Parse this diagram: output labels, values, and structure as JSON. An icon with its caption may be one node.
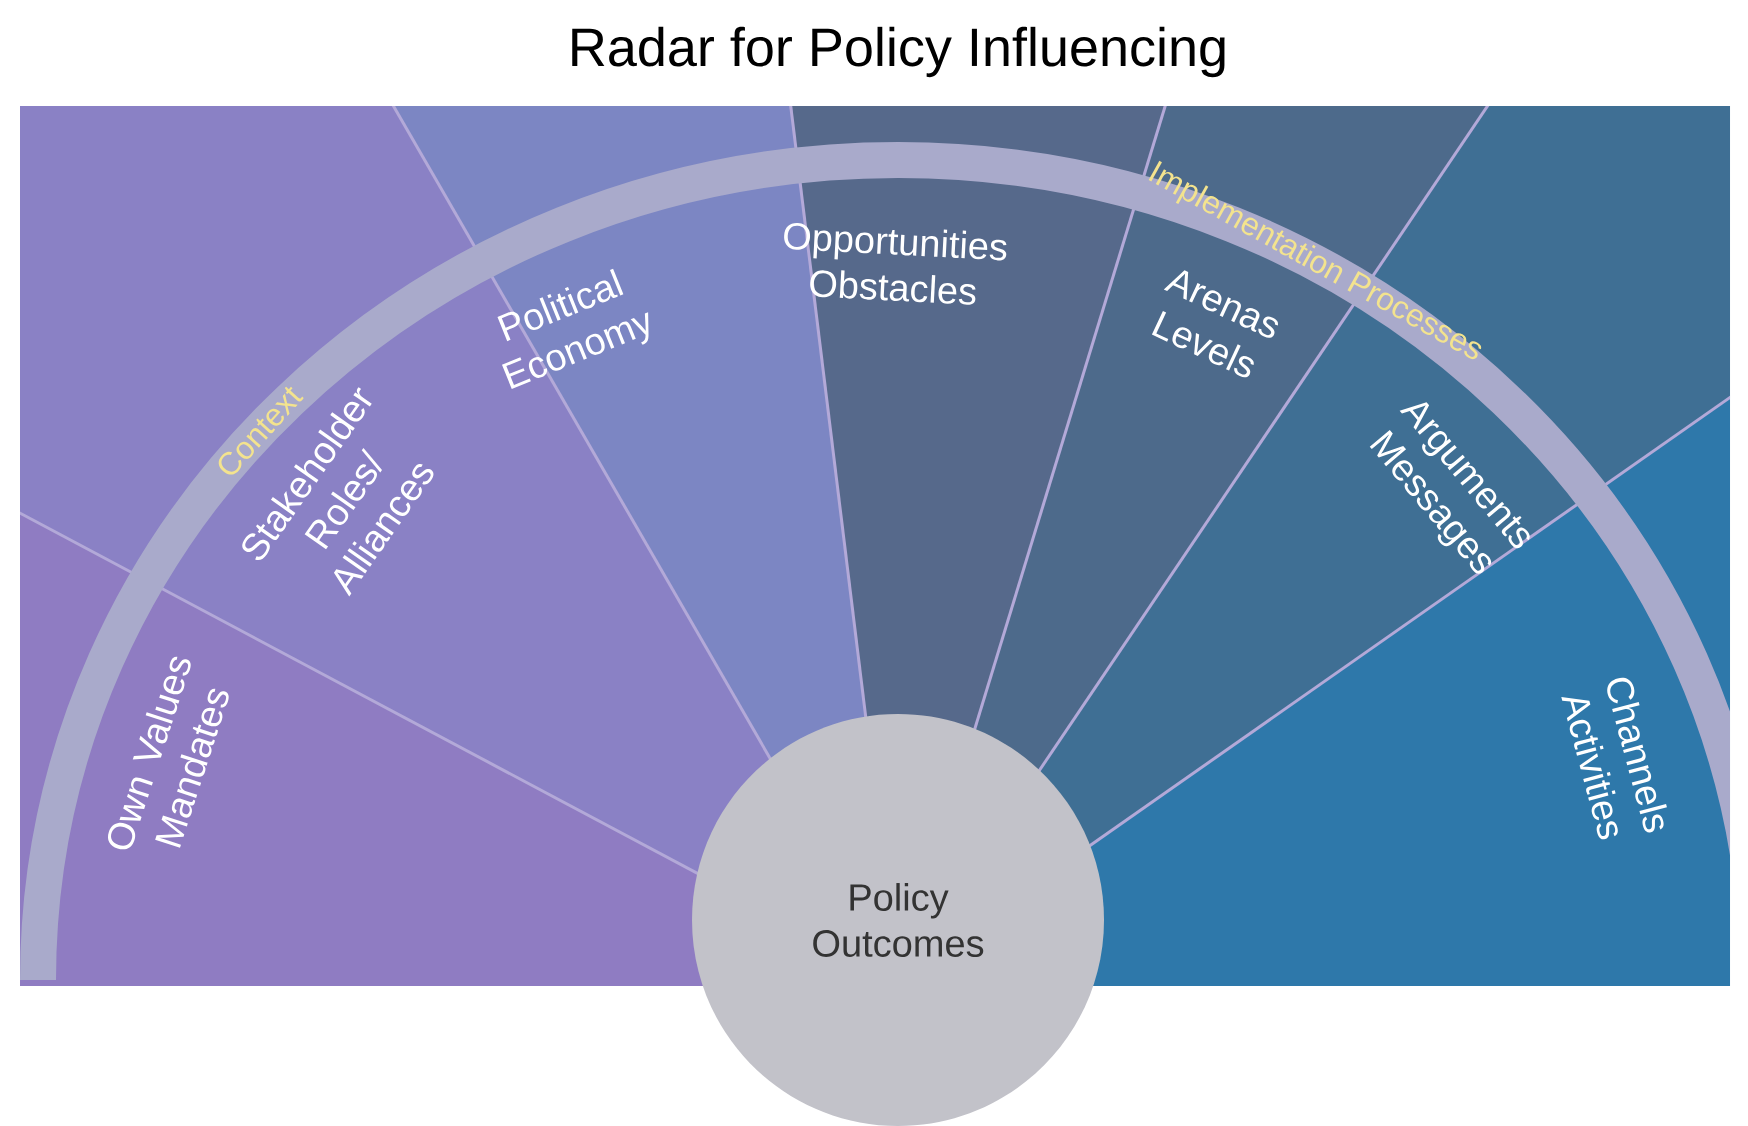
{
  "diagram": {
    "title": "Radar for Policy Influencing",
    "nodes": [
      {
        "text": [
          "Own Values Mandates"
        ]
      },
      {
        "text": [
          "Stakeholder Roles/ Alliances"
        ]
      },
      {
        "text": [
          "Political Economy"
        ]
      },
      {
        "text": [
          "Opportunities Obstacles"
        ]
      },
      {
        "text": [
          "Arenas Levels"
        ]
      },
      {
        "text": [
          "Arguments Messages"
        ]
      },
      {
        "text": [
          "Channels Activities"
        ]
      },
      {
        "text": [
          "Policy Outcomes"
        ]
      }
    ],
    "labels": [
      "Context",
      "Implementation Processes"
    ]
  }
}
